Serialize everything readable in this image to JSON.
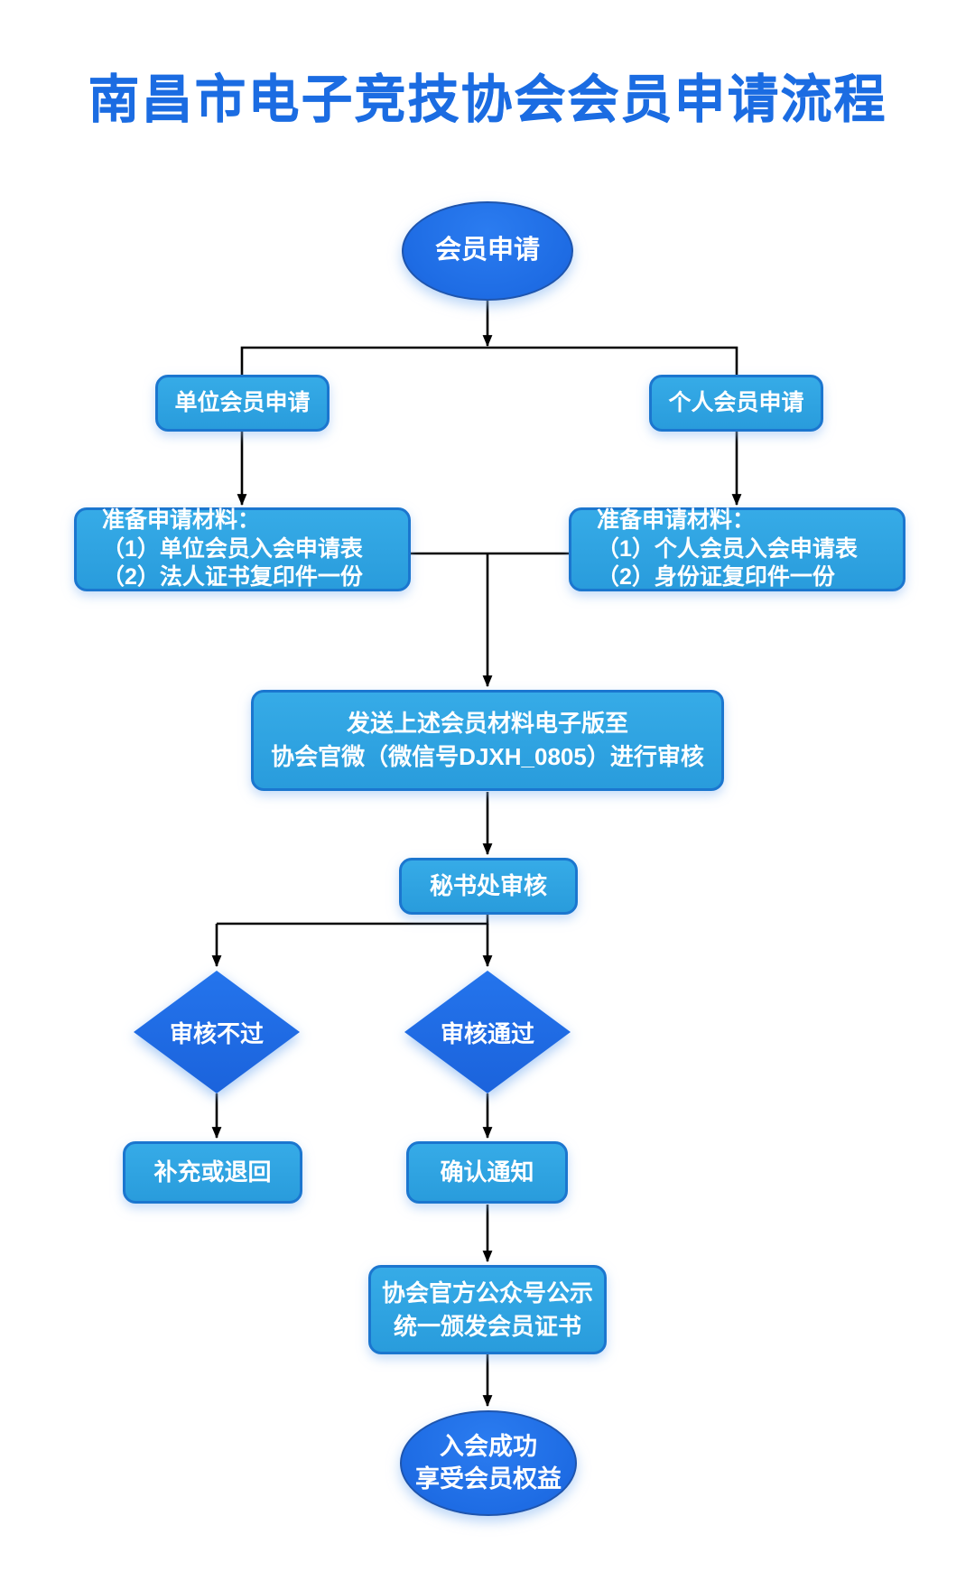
{
  "title": "南昌市电子竞技协会会员申请流程",
  "colors": {
    "title_blue": "#1b6ce2",
    "dark_node": "#1e6ce4",
    "light_node_border": "#1b76cf",
    "connector": "#000000"
  },
  "nodes": {
    "start": {
      "label": "会员申请"
    },
    "unit_branch": {
      "label": "单位会员申请"
    },
    "personal_branch": {
      "label": "个人会员申请"
    },
    "unit_materials": {
      "line1": "准备申请材料：",
      "line2": "（1）单位会员入会申请表",
      "line3": "（2）法人证书复印件一份"
    },
    "personal_materials": {
      "line1": "准备申请材料：",
      "line2": "（1）个人会员入会申请表",
      "line3": "（2）身份证复印件一份"
    },
    "send_review": {
      "line1": "发送上述会员材料电子版至",
      "line2": "协会官微（微信号DJXH_0805）进行审核"
    },
    "secretariat_review": {
      "label": "秘书处审核"
    },
    "review_fail": {
      "label": "审核不过"
    },
    "review_pass": {
      "label": "审核通过"
    },
    "supplement_return": {
      "label": "补充或退回"
    },
    "confirm_notice": {
      "label": "确认通知"
    },
    "announce_certificate": {
      "line1": "协会官方公众号公示",
      "line2": "统一颁发会员证书"
    },
    "end_success": {
      "line1": "入会成功",
      "line2": "享受会员权益"
    }
  }
}
